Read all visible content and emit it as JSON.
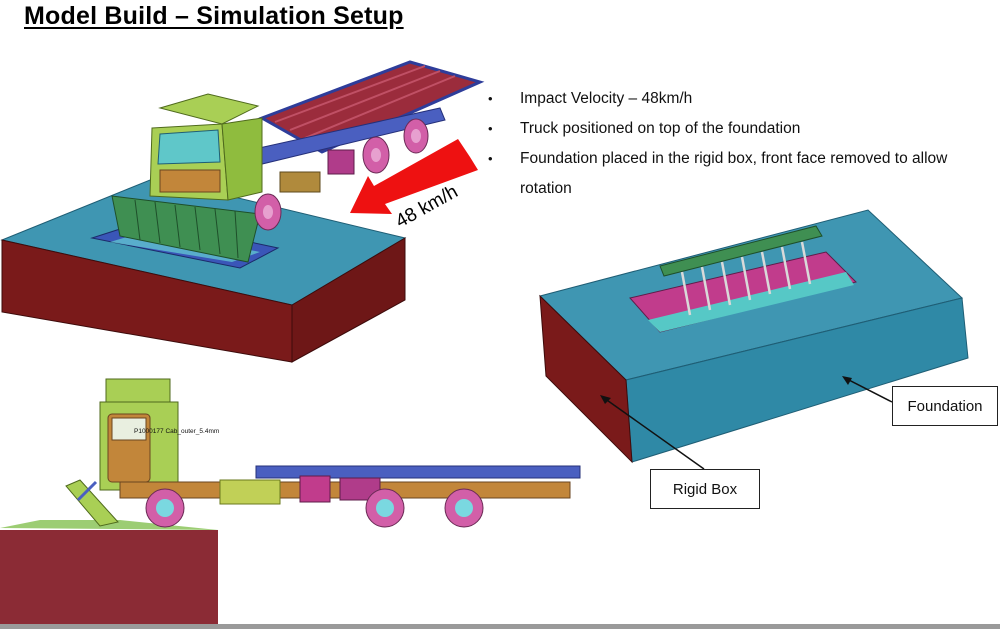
{
  "slide": {
    "title": "Model Build – Simulation Setup"
  },
  "bullets": [
    "Impact Velocity – 48km/h",
    "Truck positioned on top of the foundation",
    "Foundation placed in the rigid box, front face removed to allow rotation"
  ],
  "speed_label": "48 km/h",
  "cab_label": "P1000177   Cab_outer_5.4mm",
  "callouts": {
    "foundation": "Foundation",
    "rigid_box": "Rigid Box"
  },
  "colors": {
    "foundation_top": "#3f96b2",
    "foundation_side": "#2f89a6",
    "rigid_box": "#7a1a1a",
    "cab": "#a9cf55",
    "flatbed": "#9b2c3c",
    "chassis": "#4a5fc0",
    "wheel": "#d25fa8",
    "velocity_arrow": "#ee1111"
  }
}
